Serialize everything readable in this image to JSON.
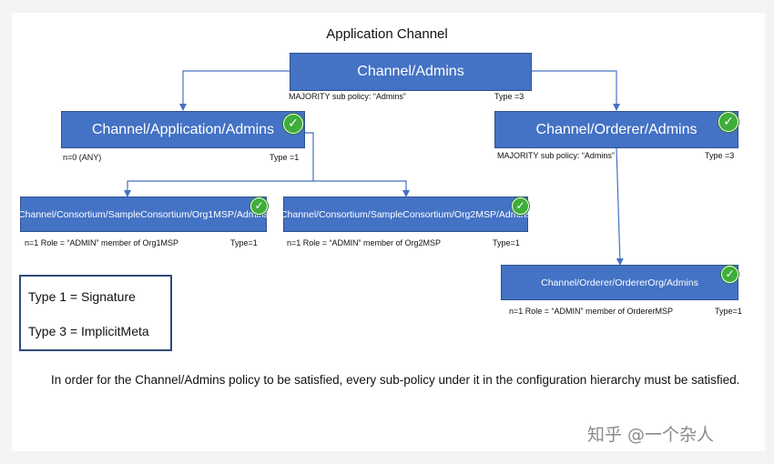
{
  "title": "Application Channel",
  "nodes": {
    "channel_admins": {
      "label": "Channel/Admins",
      "left_note": "MAJORITY sub policy: “Admins”",
      "right_note": "Type =3"
    },
    "application_admins": {
      "label": "Channel/Application/Admins",
      "left_note": "n=0 (ANY)",
      "right_note": "Type =1"
    },
    "orderer_admins": {
      "label": "Channel/Orderer/Admins",
      "left_note": "MAJORITY sub policy: “Admins”",
      "right_note": "Type =3"
    },
    "org1_admins": {
      "label": "Channel/Consortium/SampleConsortium/Org1MSP/Admins",
      "left_note": "n=1  Role = “ADMIN” member of Org1MSP",
      "right_note": "Type=1"
    },
    "org2_admins": {
      "label": "Channel/Consortium/SampleConsortium/Org2MSP/Admins",
      "left_note": "n=1  Role = “ADMIN” member of Org2MSP",
      "right_note": "Type=1"
    },
    "ordererorg_admins": {
      "label": "Channel/Orderer/OrdererOrg/Admins",
      "left_note": "n=1  Role = “ADMIN” member of OrdererMSP",
      "right_note": "Type=1"
    }
  },
  "legend": {
    "line1": "Type 1 = Signature",
    "line2": "Type 3 = ImplicitMeta"
  },
  "footer": "In order for the Channel/Admins policy to be satisfied, every sub-policy under it in the configuration hierarchy must be satisfied.",
  "watermark": "知乎 @一个杂人",
  "colors": {
    "node_fill": "#4472c4",
    "arrow": "#4472c4",
    "check": "#3fae3a"
  },
  "icons": {
    "check": "check-circle-icon"
  }
}
